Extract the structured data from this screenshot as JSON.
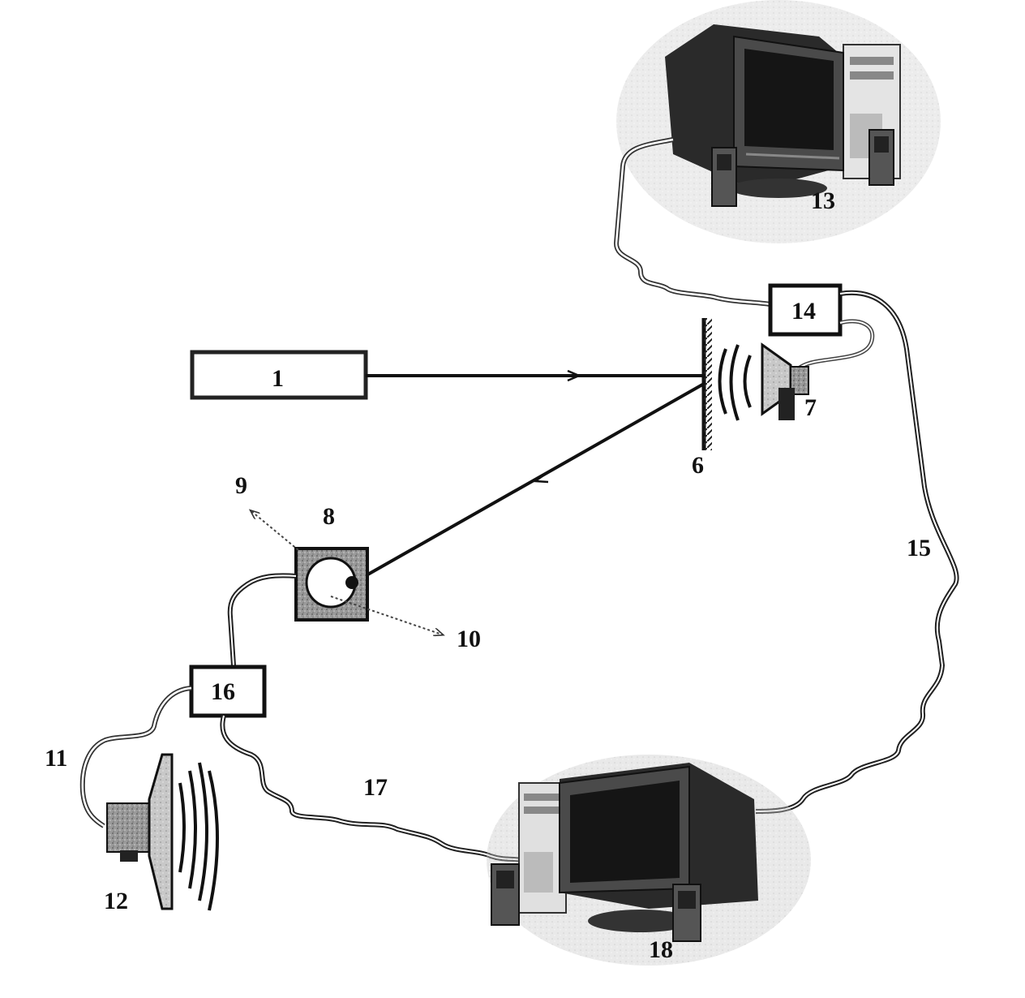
{
  "figure": {
    "labels": {
      "laser": "1",
      "mirror": "6",
      "speaker_top": "7",
      "detector": "8",
      "arrow_up": "9",
      "arrow_down": "10",
      "cable_left": "11",
      "speaker_bottom": "12",
      "computer_top": "13",
      "box_top": "14",
      "cable_right": "15",
      "box_bottom": "16",
      "cable_bottom": "17",
      "computer_bottom": "18"
    }
  }
}
